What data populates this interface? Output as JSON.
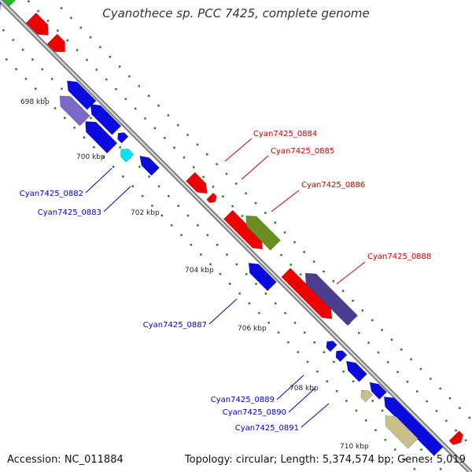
{
  "title": "Cyanothece sp. PCC 7425, complete genome",
  "accession": "Accession: NC_011884",
  "summary": "Topology: circular; Length: 5,374,574 bp; Genes: 5,019",
  "colors": {
    "backbone": "#9a9a9a",
    "forward_label": "#cc0000",
    "reverse_label": "#0000cc",
    "tick": "#2a7a2a",
    "red": "#ee0000",
    "blue": "#0a0adf",
    "olive": "#6b8e23",
    "slate": "#4b3e8f",
    "lightslate": "#7b68c8",
    "cyan": "#00e5ee",
    "khaki": "#c8c08a",
    "green": "#22bb22"
  },
  "kbp_labels": [
    {
      "id": "698",
      "text": "698 kbp"
    },
    {
      "id": "700",
      "text": "700 kbp"
    },
    {
      "id": "702",
      "text": "702 kbp"
    },
    {
      "id": "704",
      "text": "704 kbp"
    },
    {
      "id": "706",
      "text": "706 kbp"
    },
    {
      "id": "708",
      "text": "708 kbp"
    },
    {
      "id": "710",
      "text": "710 kbp"
    }
  ],
  "gene_labels": [
    {
      "id": "0884",
      "text": "Cyan7425_0884",
      "strand": "forward"
    },
    {
      "id": "0885",
      "text": "Cyan7425_0885",
      "strand": "forward"
    },
    {
      "id": "0886",
      "text": "Cyan7425_0886",
      "strand": "forward"
    },
    {
      "id": "0888",
      "text": "Cyan7425_0888",
      "strand": "forward"
    },
    {
      "id": "0882",
      "text": "Cyan7425_0882",
      "strand": "reverse"
    },
    {
      "id": "0883",
      "text": "Cyan7425_0883",
      "strand": "reverse"
    },
    {
      "id": "0887",
      "text": "Cyan7425_0887",
      "strand": "reverse"
    },
    {
      "id": "0889",
      "text": "Cyan7425_0889",
      "strand": "reverse"
    },
    {
      "id": "0890",
      "text": "Cyan7425_0890",
      "strand": "reverse"
    },
    {
      "id": "0891",
      "text": "Cyan7425_0891",
      "strand": "reverse"
    }
  ]
}
